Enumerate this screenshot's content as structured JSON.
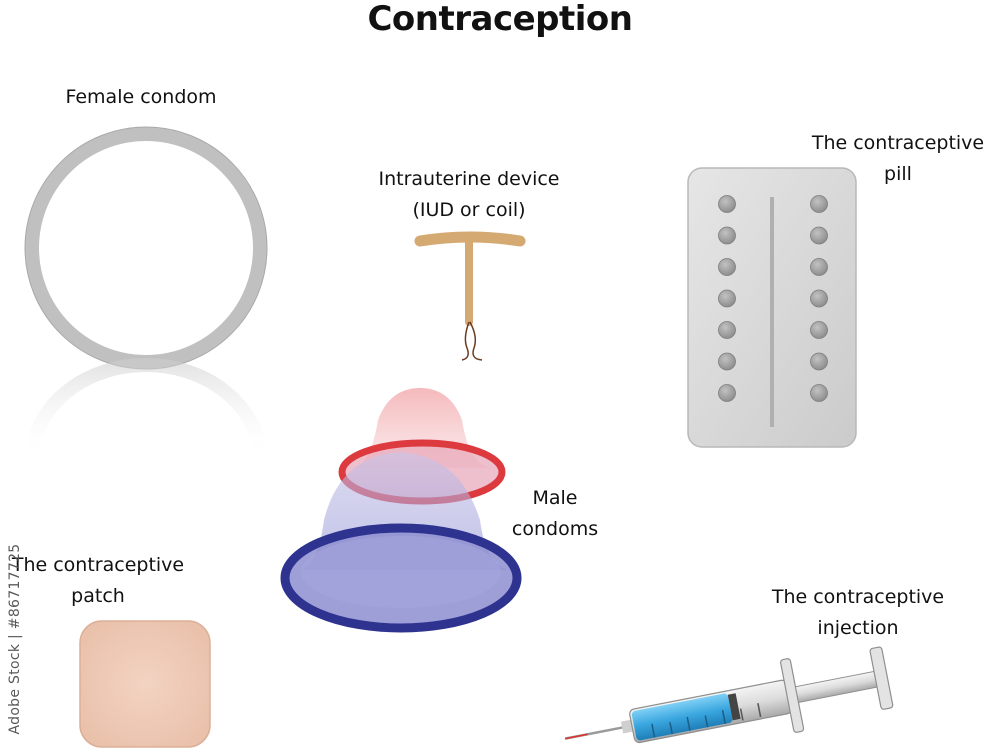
{
  "title": "Contraception",
  "labels": {
    "female_condom": "Female condom",
    "iud_line1": "Intrauterine device",
    "iud_line2": "(IUD or coil)",
    "pill_line1": "The contraceptive",
    "pill_line2": "pill",
    "male_line1": "Male",
    "male_line2": "condoms",
    "patch_line1": "The contraceptive",
    "patch_line2": "patch",
    "injection_line1": "The contraceptive",
    "injection_line2": "injection"
  },
  "watermark": "Adobe Stock | #86717725",
  "colors": {
    "ring": "#bdbdbd",
    "iud": "#d9b080",
    "blister": "#d6d6d6",
    "pill_dot": "#9a9a9a",
    "condom_red": "#dd3a3f",
    "condom_blue": "#2f3390",
    "patch": "#ecc8b4",
    "syringe_liquid": "#3aa6df"
  },
  "icons": [
    "female-condom-icon",
    "iud-icon",
    "pill-blister-icon",
    "male-condom-icon",
    "patch-icon",
    "syringe-icon"
  ]
}
